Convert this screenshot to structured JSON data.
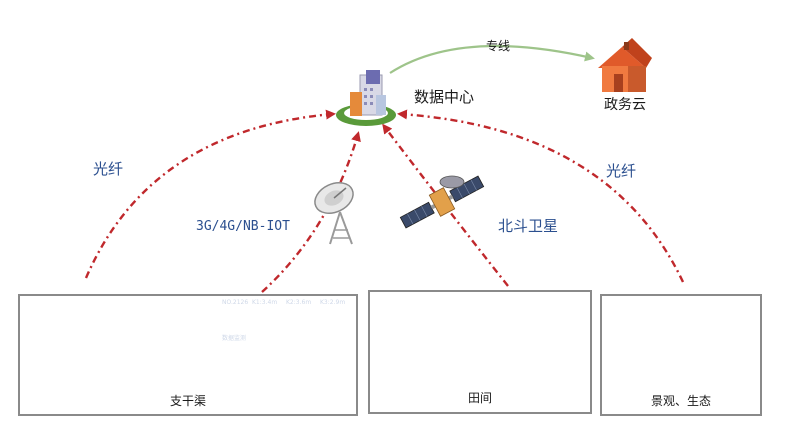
{
  "nodes": {
    "data_center": "数据中心",
    "gov_cloud": "政务云",
    "dedicated_line": "专线",
    "fiber_left": "光纤",
    "fiber_right": "光纤",
    "cellular": "3G/4G/NB-IOT",
    "beidou": "北斗卫星"
  },
  "screen_ui": {
    "k1": "K1:3.4m",
    "k2": "K2:3.6m",
    "k3": "K3:2.9m",
    "title": "NO.2126",
    "sub": "数据监测"
  },
  "panels": [
    {
      "caption": "支干渠"
    },
    {
      "caption": "田间"
    },
    {
      "caption": "景观、生态"
    }
  ],
  "colors": {
    "link": "#c0282c",
    "line_green": "#9ec48a",
    "label_blue": "#2b4f8f",
    "frame": "#8a8a8a"
  }
}
